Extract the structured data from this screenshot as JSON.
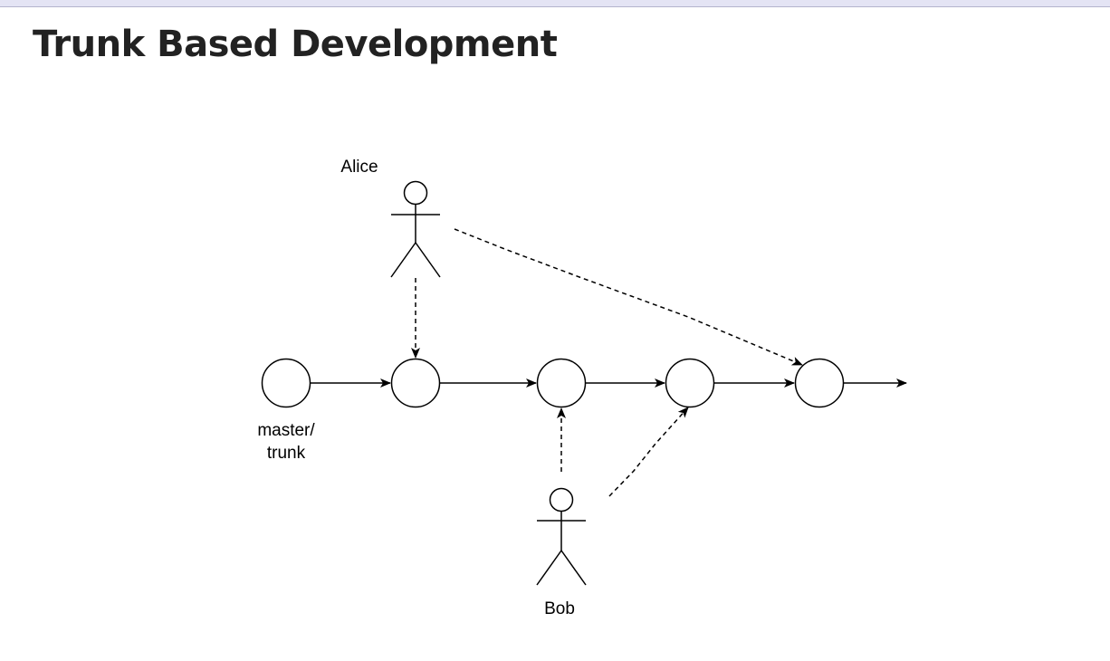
{
  "page": {
    "title": "Trunk Based Development"
  },
  "diagram": {
    "branch_label_line1": "master/",
    "branch_label_line2": "trunk",
    "actors": {
      "alice": "Alice",
      "bob": "Bob"
    },
    "stroke_color": "#000000"
  }
}
